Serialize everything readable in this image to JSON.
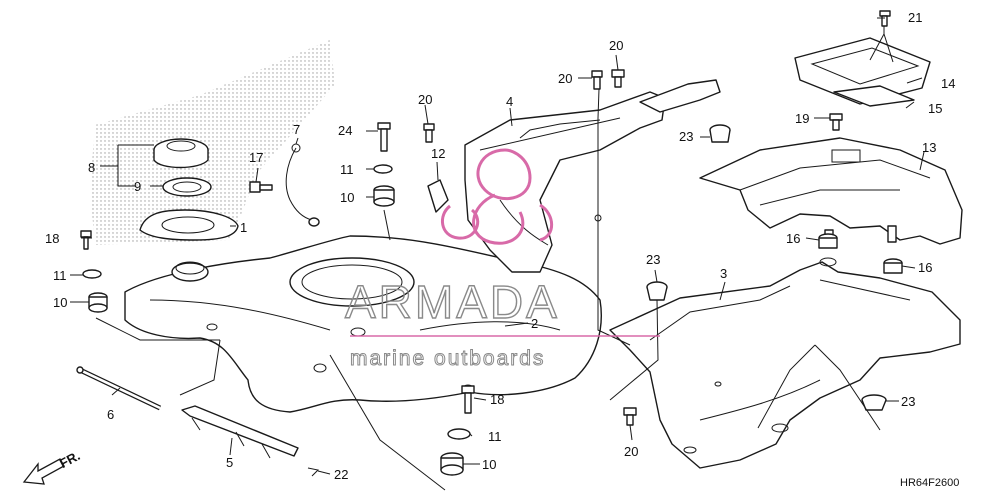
{
  "diagram_code": "HR64F2600",
  "direction_label": "FR.",
  "watermark": {
    "title": "ARMADA",
    "subtitle": "marine outboards"
  },
  "callouts": [
    {
      "id": "c1",
      "text": "1"
    },
    {
      "id": "c2",
      "text": "2"
    },
    {
      "id": "c3",
      "text": "3"
    },
    {
      "id": "c4",
      "text": "4"
    },
    {
      "id": "c5",
      "text": "5"
    },
    {
      "id": "c6",
      "text": "6"
    },
    {
      "id": "c7",
      "text": "7"
    },
    {
      "id": "c8",
      "text": "8"
    },
    {
      "id": "c9",
      "text": "9"
    },
    {
      "id": "c10a",
      "text": "10"
    },
    {
      "id": "c10b",
      "text": "10"
    },
    {
      "id": "c10c",
      "text": "10"
    },
    {
      "id": "c11a",
      "text": "11"
    },
    {
      "id": "c11b",
      "text": "11"
    },
    {
      "id": "c11c",
      "text": "11"
    },
    {
      "id": "c12",
      "text": "12"
    },
    {
      "id": "c13",
      "text": "13"
    },
    {
      "id": "c14",
      "text": "14"
    },
    {
      "id": "c15",
      "text": "15"
    },
    {
      "id": "c16a",
      "text": "16"
    },
    {
      "id": "c16b",
      "text": "16"
    },
    {
      "id": "c17",
      "text": "17"
    },
    {
      "id": "c18a",
      "text": "18"
    },
    {
      "id": "c18b",
      "text": "18"
    },
    {
      "id": "c19",
      "text": "19"
    },
    {
      "id": "c20a",
      "text": "20"
    },
    {
      "id": "c20b",
      "text": "20"
    },
    {
      "id": "c20c",
      "text": "20"
    },
    {
      "id": "c20d",
      "text": "20"
    },
    {
      "id": "c21",
      "text": "21"
    },
    {
      "id": "c22",
      "text": "22"
    },
    {
      "id": "c23a",
      "text": "23"
    },
    {
      "id": "c23b",
      "text": "23"
    },
    {
      "id": "c23c",
      "text": "23"
    },
    {
      "id": "c24",
      "text": "24"
    }
  ]
}
